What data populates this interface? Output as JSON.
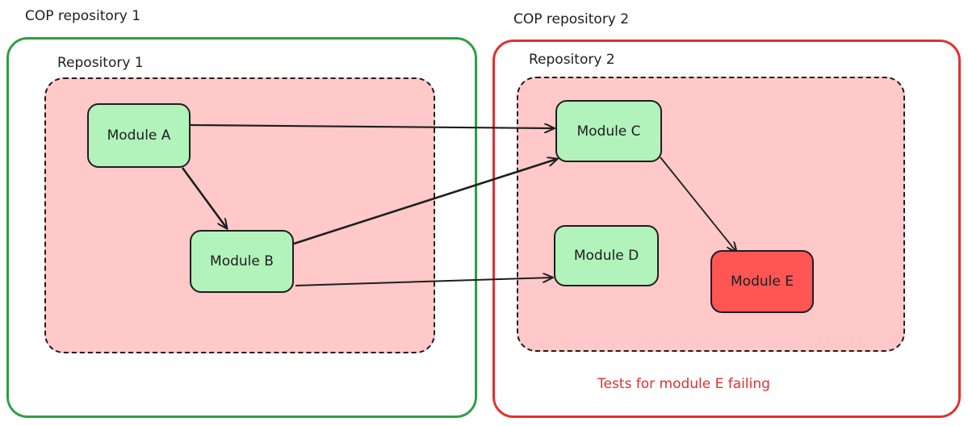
{
  "containers": {
    "cop1": {
      "label": "COP repository 1",
      "border_color": "#2f9e44"
    },
    "cop2": {
      "label": "COP repository 2",
      "border_color": "#e03131"
    }
  },
  "repositories": {
    "repo1": {
      "label": "Repository 1",
      "fill": "#ffc9c9"
    },
    "repo2": {
      "label": "Repository 2",
      "fill": "#ffc9c9"
    }
  },
  "modules": {
    "a": {
      "label": "Module A",
      "status": "ok"
    },
    "b": {
      "label": "Module B",
      "status": "ok"
    },
    "c": {
      "label": "Module C",
      "status": "ok"
    },
    "d": {
      "label": "Module D",
      "status": "ok"
    },
    "e": {
      "label": "Module E",
      "status": "failing"
    }
  },
  "colors": {
    "module_ok": "#b2f2bb",
    "module_failing": "#ff5555",
    "note_text": "#e03131"
  },
  "edges": [
    {
      "from": "Module A",
      "to": "Module C"
    },
    {
      "from": "Module A",
      "to": "Module B"
    },
    {
      "from": "Module B",
      "to": "Module C"
    },
    {
      "from": "Module B",
      "to": "Module D"
    },
    {
      "from": "Module C",
      "to": "Module E"
    }
  ],
  "note": {
    "text": "Tests for module E failing"
  }
}
